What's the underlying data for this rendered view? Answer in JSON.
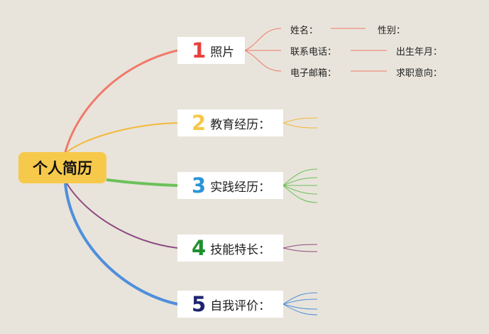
{
  "root": {
    "label": "个人简历"
  },
  "branches": [
    {
      "number": "1",
      "label": "照片",
      "color": "#e8413c",
      "line_color": "#f07a6a"
    },
    {
      "number": "2",
      "label": "教育经历：",
      "color": "#f5c848",
      "line_color": "#f2b938"
    },
    {
      "number": "3",
      "label": "实践经历：",
      "color": "#2a95d6",
      "line_color": "#6cc159"
    },
    {
      "number": "4",
      "label": "技能特长：",
      "color": "#1f8f2e",
      "line_color": "#8e4a82"
    },
    {
      "number": "5",
      "label": "自我评价：",
      "color": "#1e2470",
      "line_color": "#4f8edc"
    }
  ],
  "photo_fields": {
    "name": "姓名：",
    "gender": "性别：",
    "phone": "联系电话：",
    "birth": "出生年月：",
    "email": "电子邮箱：",
    "objective": "求职意向："
  }
}
